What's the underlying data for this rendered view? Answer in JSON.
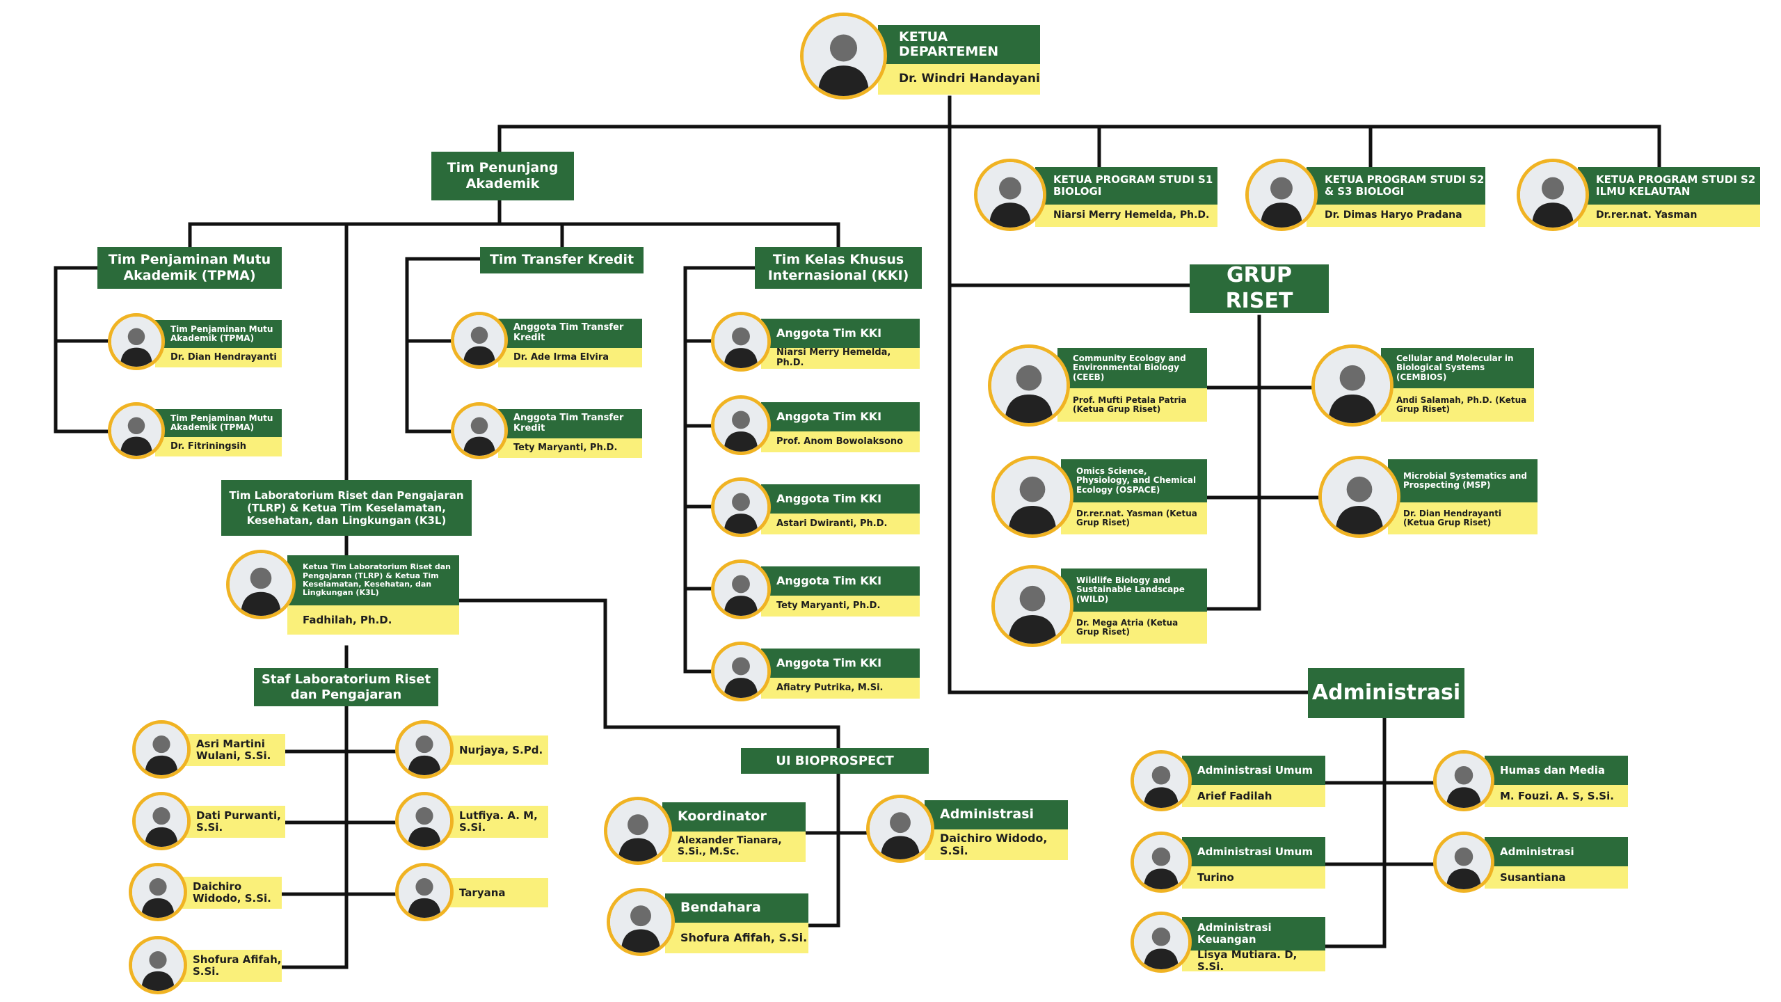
{
  "colors": {
    "bar": "#2b6b3a",
    "strip": "#faf07a",
    "ring": "#f0b323",
    "line": "#111111"
  },
  "head": {
    "role": "KETUA DEPARTEMEN",
    "name": "Dr. Windri Handayani"
  },
  "support": {
    "title": "Tim Penunjang Akademik",
    "tpma": {
      "title": "Tim Penjaminan Mutu Akademik (TPMA)",
      "members": [
        {
          "role": "Tim Penjaminan Mutu Akademik (TPMA)",
          "name": "Dr. Dian Hendrayanti"
        },
        {
          "role": "Tim Penjaminan Mutu Akademik (TPMA)",
          "name": "Dr. Fitriningsih"
        }
      ]
    },
    "transfer": {
      "title": "Tim Transfer Kredit",
      "members": [
        {
          "role": "Anggota Tim Transfer Kredit",
          "name": "Dr. Ade Irma Elvira"
        },
        {
          "role": "Anggota Tim Transfer Kredit",
          "name": "Tety Maryanti, Ph.D."
        }
      ]
    },
    "kki": {
      "title": "Tim Kelas Khusus Internasional (KKI)",
      "members": [
        {
          "role": "Anggota Tim KKI",
          "name": "Niarsi Merry Hemelda, Ph.D."
        },
        {
          "role": "Anggota Tim KKI",
          "name": "Prof. Anom Bowolaksono"
        },
        {
          "role": "Anggota Tim KKI",
          "name": "Astari Dwiranti, Ph.D."
        },
        {
          "role": "Anggota Tim KKI",
          "name": "Tety Maryanti, Ph.D."
        },
        {
          "role": "Anggota Tim KKI",
          "name": "Afiatry Putrika, M.Si."
        }
      ]
    },
    "tlrp": {
      "title": "Tim Laboratorium Riset dan Pengajaran (TLRP) & Ketua Tim Keselamatan, Kesehatan, dan Lingkungan (K3L)",
      "leader": {
        "role": "Ketua Tim Laboratorium Riset dan Pengajaran (TLRP) & Ketua Tim Keselamatan, Kesehatan, dan Lingkungan (K3L)",
        "name": "Fadhilah, Ph.D."
      },
      "staff_title": "Staf Laboratorium Riset dan Pengajaran",
      "staff": [
        {
          "name": "Asri Martini Wulani, S.Si."
        },
        {
          "name": "Nurjaya, S.Pd."
        },
        {
          "name": "Dati Purwanti, S.Si."
        },
        {
          "name": "Lutfiya. A. M, S.Si."
        },
        {
          "name": "Daichiro Widodo, S.Si."
        },
        {
          "name": "Taryana"
        },
        {
          "name": "Shofura Afifah, S.Si."
        }
      ]
    }
  },
  "programs": [
    {
      "role": "KETUA PROGRAM STUDI S1 BIOLOGI",
      "name": "Niarsi Merry Hemelda, Ph.D."
    },
    {
      "role": "KETUA PROGRAM STUDI S2 & S3 BIOLOGI",
      "name": "Dr. Dimas Haryo Pradana"
    },
    {
      "role": "KETUA PROGRAM STUDI S2 ILMU KELAUTAN",
      "name": "Dr.rer.nat. Yasman"
    }
  ],
  "research": {
    "title": "GRUP RISET",
    "groups": [
      {
        "role": "Community Ecology and Environmental Biology (CEEB)",
        "name": "Prof. Mufti Petala Patria (Ketua Grup Riset)"
      },
      {
        "role": "Cellular and Molecular in Biological Systems (CEMBIOS)",
        "name": "Andi Salamah, Ph.D. (Ketua Grup Riset)"
      },
      {
        "role": "Omics Science, Physiology, and Chemical Ecology (OSPACE)",
        "name": "Dr.rer.nat. Yasman (Ketua Grup Riset)"
      },
      {
        "role": "Microbial Systematics and Prospecting (MSP)",
        "name": "Dr. Dian Hendrayanti (Ketua Grup Riset)"
      },
      {
        "role": "Wildlife Biology and Sustainable Landscape (WILD)",
        "name": "Dr. Mega Atria (Ketua Grup Riset)"
      }
    ]
  },
  "bioprospect": {
    "title": "UI BIOPROSPECT",
    "members": [
      {
        "role": "Koordinator",
        "name": "Alexander Tianara, S.Si., M.Sc."
      },
      {
        "role": "Administrasi",
        "name": "Daichiro Widodo, S.Si."
      },
      {
        "role": "Bendahara",
        "name": "Shofura Afifah, S.Si."
      }
    ]
  },
  "admin": {
    "title": "Administrasi",
    "members": [
      {
        "role": "Administrasi Umum",
        "name": "Arief Fadilah"
      },
      {
        "role": "Humas dan Media",
        "name": "M. Fouzi. A. S, S.Si."
      },
      {
        "role": "Administrasi Umum",
        "name": "Turino"
      },
      {
        "role": "Administrasi",
        "name": "Susantiana"
      },
      {
        "role": "Administrasi Keuangan",
        "name": "Lisya Mutiara. D, S.Si."
      }
    ]
  }
}
